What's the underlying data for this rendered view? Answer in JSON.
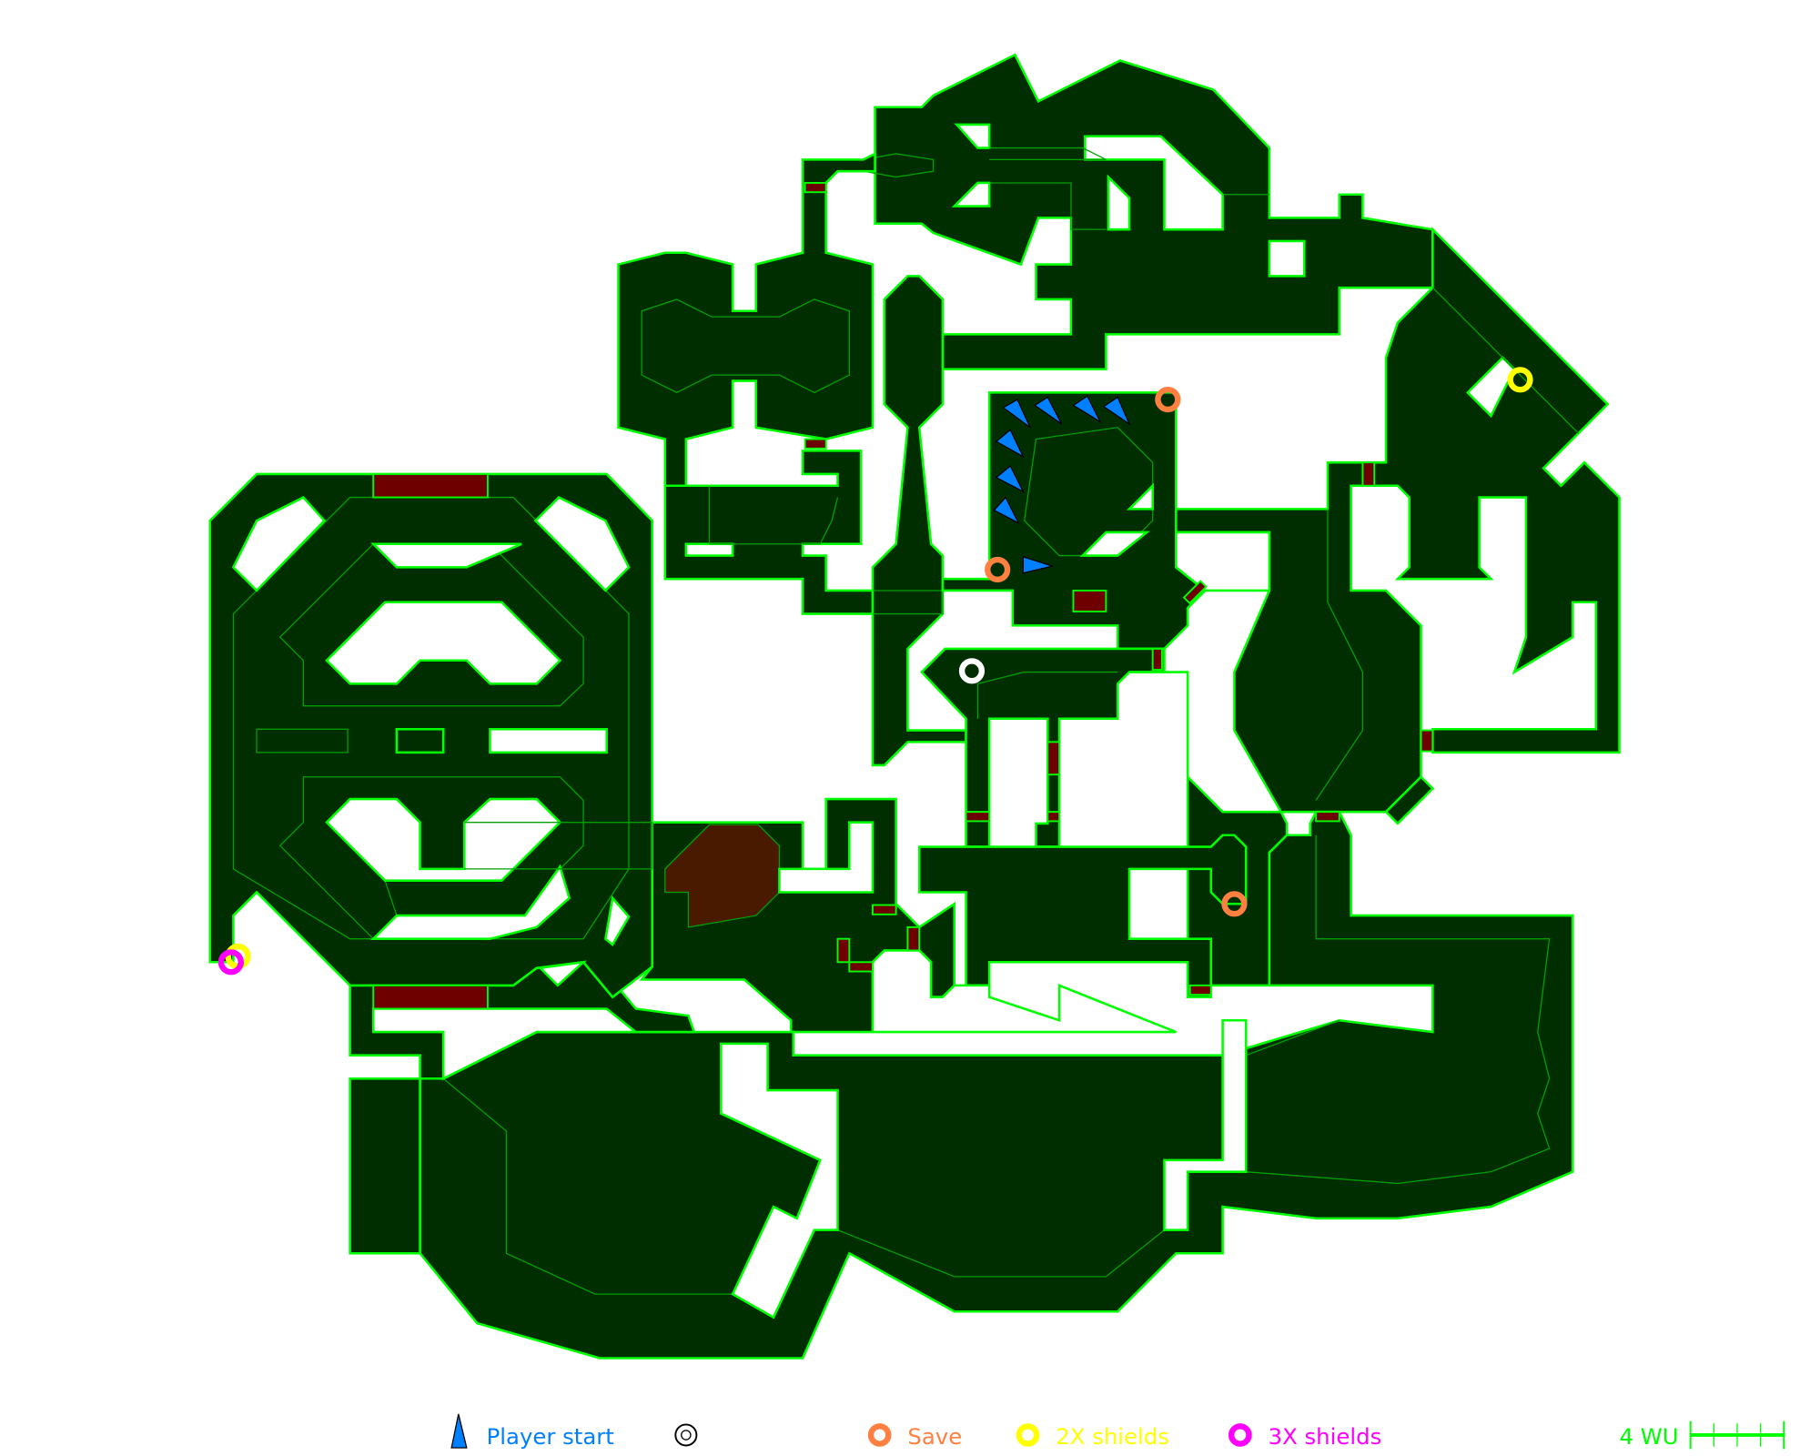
{
  "legend": {
    "player_start": "Player start",
    "unnamed_marker": "",
    "save": "Save",
    "shields_2x": "2X shields",
    "shields_3x": "3X shields"
  },
  "scale_bar": {
    "label": "4 WU",
    "units": 4
  },
  "colors": {
    "floor": "#002e00",
    "wall": "#00ff00",
    "door": "#6e0000",
    "lava": "#4a1a00",
    "player_start": "#0080ff",
    "save": "#ff8040",
    "shields_2x": "#ffff00",
    "shields_3x": "#ff00ff",
    "scale": "#00ff00"
  }
}
